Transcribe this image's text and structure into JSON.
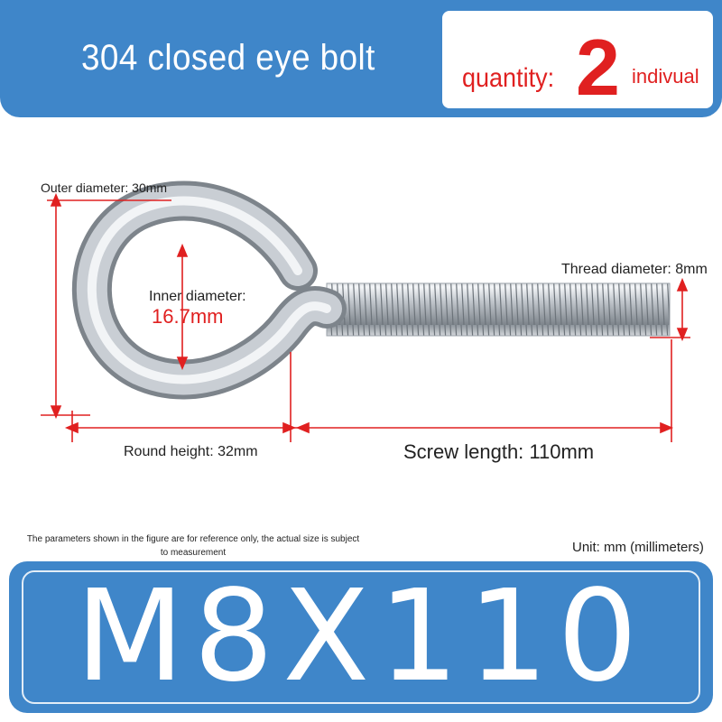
{
  "header": {
    "title": "304 closed eye bolt",
    "quantity_label": "quantity:",
    "quantity_value": "2",
    "quantity_unit": "indivual"
  },
  "dimensions": {
    "outer_diameter": "Outer diameter: 30mm",
    "inner_diameter_label": "Inner diameter:",
    "inner_diameter_value": "16.7mm",
    "thread_diameter": "Thread diameter: 8mm",
    "round_height": "Round height: 32mm",
    "screw_length": "Screw length: 110mm"
  },
  "footnote": "The parameters shown in the figure are for reference only, the actual size is subject to measurement",
  "unit_note": "Unit: mm (millimeters)",
  "model": "M8X110",
  "colors": {
    "accent_blue": "#3f86c9",
    "dimension_red": "#e02020",
    "steel": "#c9ced4"
  }
}
